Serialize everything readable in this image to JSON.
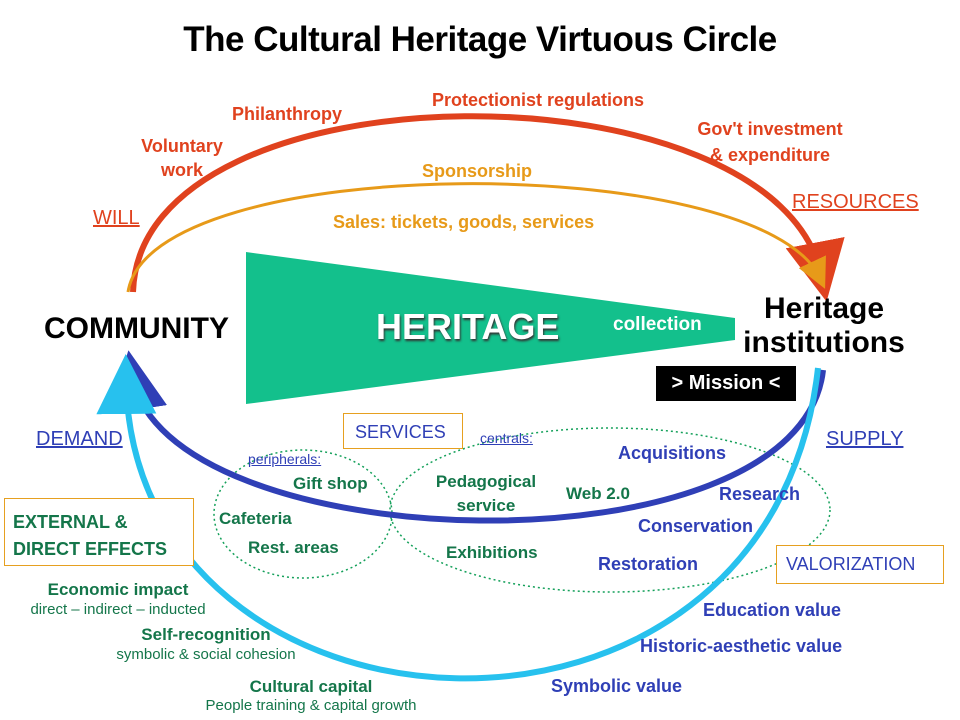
{
  "title": "The Cultural Heritage Virtuous Circle",
  "left_node": "COMMUNITY",
  "right_node": {
    "line1": "Heritage",
    "line2": "institutions"
  },
  "center": {
    "heritage": "HERITAGE",
    "collection": "collection"
  },
  "mission": "> Mission <",
  "top_flows": {
    "will": "WILL",
    "resources": "RESOURCES",
    "philanthropy": "Philanthropy",
    "protectionist": "Protectionist regulations",
    "voluntary_1": "Voluntary",
    "voluntary_2": "work",
    "govt_1": "Gov't investment",
    "govt_2": "& expenditure",
    "sponsorship": "Sponsorship",
    "sales": "Sales: tickets, goods, services"
  },
  "bottom_flows": {
    "demand": "DEMAND",
    "supply": "SUPPLY",
    "services": "SERVICES",
    "valorization": "VALORIZATION",
    "peripherals_label": "peripherals:",
    "centrals_label": "centrals:",
    "gift_shop": "Gift shop",
    "cafeteria": "Cafeteria",
    "rest_areas": "Rest. areas",
    "pedagogical_1": "Pedagogical",
    "pedagogical_2": "service",
    "web": "Web 2.0",
    "exhibitions": "Exhibitions",
    "acquisitions": "Acquisitions",
    "research": "Research",
    "conservation": "Conservation",
    "restoration": "Restoration"
  },
  "values": {
    "education": "Education value",
    "historic": "Historic-aesthetic value",
    "symbolic": "Symbolic value"
  },
  "effects": {
    "box_1": "EXTERNAL &",
    "box_2": "DIRECT EFFECTS",
    "economic": "Economic impact",
    "economic_sub": "direct – indirect – inducted",
    "self": "Self-recognition",
    "self_sub": "symbolic & social cohesion",
    "cultural": "Cultural capital",
    "cultural_sub": "People training & capital growth"
  },
  "colors": {
    "red": "#e0421e",
    "orange": "#e79a19",
    "teal": "#13c08c",
    "dark_blue": "#2f3fb6",
    "light_blue": "#27c1ee",
    "green": "#14764a"
  }
}
